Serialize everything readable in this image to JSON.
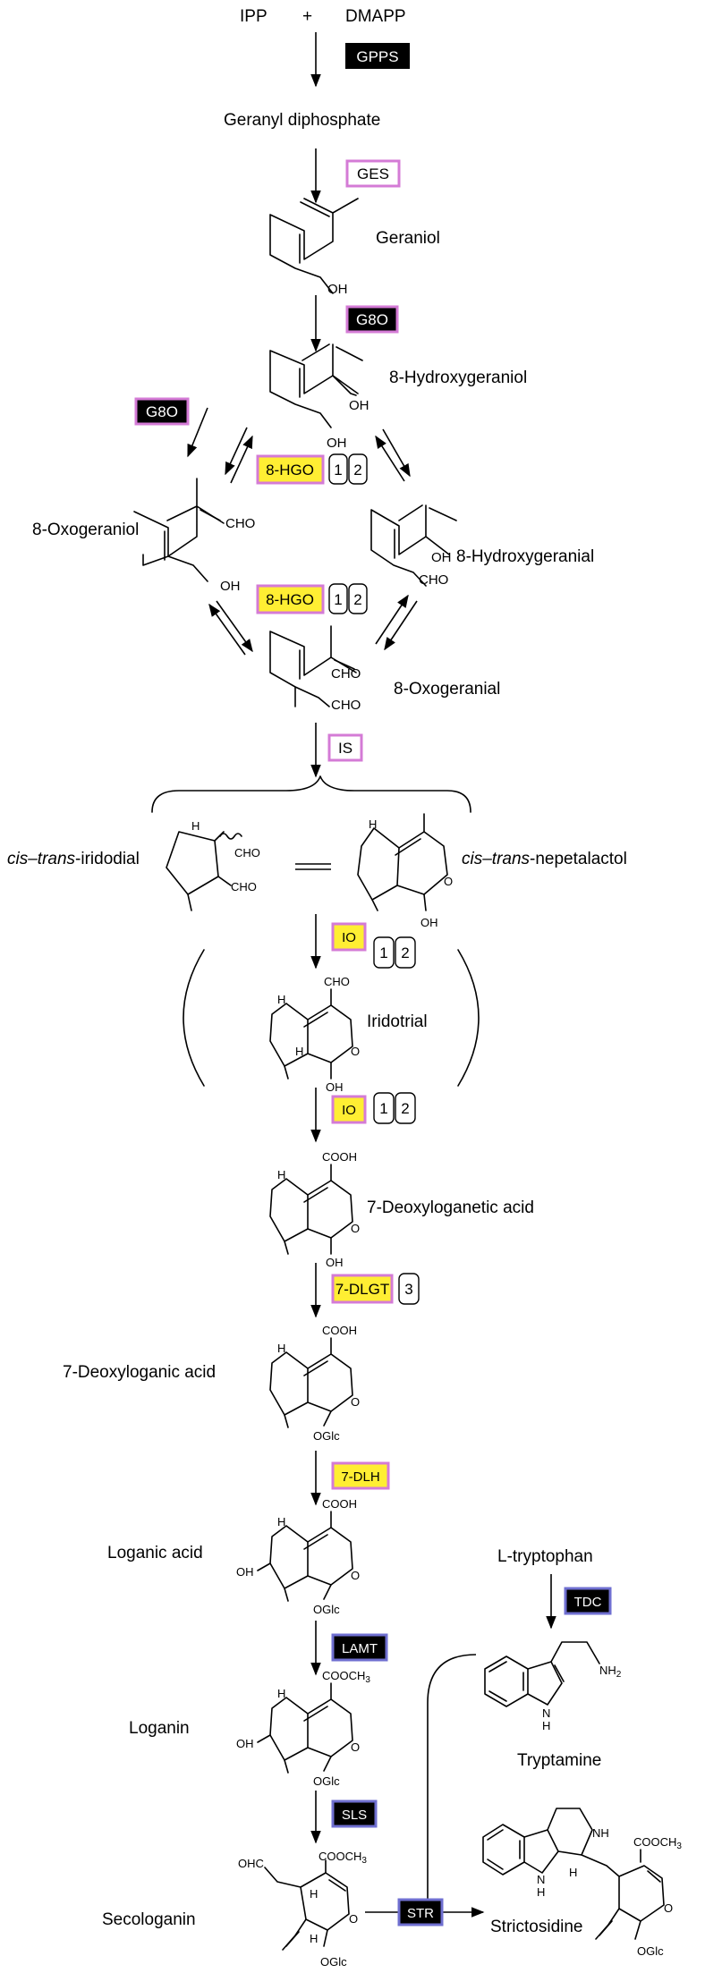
{
  "substrates": {
    "ipp": "IPP",
    "plus": "+",
    "dmapp": "DMAPP"
  },
  "compounds": {
    "geranyl_diphosphate": "Geranyl diphosphate",
    "geraniol": "Geraniol",
    "hydroxygeraniol": "8-Hydroxygeraniol",
    "oxogeraniol": "8-Oxogeraniol",
    "hydroxygeranial": "8-Hydroxygeranial",
    "oxogeranial": "8-Oxogeranial",
    "iridodial_prefix": "cis–trans",
    "iridodial_suffix": "-iridodial",
    "nepetalactol_prefix": "cis–trans",
    "nepetalactol_suffix": "-nepetalactol",
    "iridotrial": "Iridotrial",
    "deoxyloganetic_acid": "7-Deoxyloganetic acid",
    "deoxyloganic_acid": "7-Deoxyloganic acid",
    "loganic_acid": "Loganic acid",
    "loganin": "Loganin",
    "secologanin": "Secologanin",
    "tryptophan": "L-tryptophan",
    "tryptamine": "Tryptamine",
    "strictosidine": "Strictosidine"
  },
  "enzymes": {
    "gpps": "GPPS",
    "ges": "GES",
    "g8o": "G8O",
    "g8o_side": "G8O",
    "hgo_1": "8-HGO",
    "hgo_2": "8-HGO",
    "is": "IS",
    "io_1": "IO",
    "io_2": "IO",
    "dlgt": "7-DLGT",
    "dlh": "7-DLH",
    "lamt": "LAMT",
    "sls": "SLS",
    "tdc": "TDC",
    "str": "STR"
  },
  "cofactor_tags": {
    "one": "1",
    "two": "2",
    "three": "3"
  },
  "atoms": {
    "oh": "OH",
    "cho": "CHO",
    "h": "H",
    "o": "O",
    "cooh": "COOH",
    "oglc": "OGlc",
    "cooch": "COOCH",
    "sub3": "3",
    "ohc": "OHC",
    "nh": "NH",
    "nh2": "NH",
    "sub2": "2",
    "n": "N"
  },
  "colors": {
    "black_box": "#000000",
    "pink_border": "#d47bd6",
    "blue_border": "#6f6fd0",
    "yellow_fill": "#ffee33"
  }
}
